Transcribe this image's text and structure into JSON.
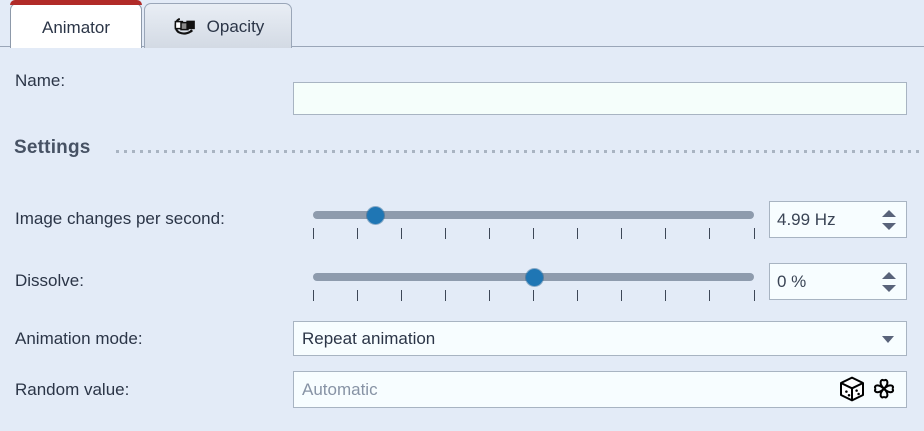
{
  "tabs": [
    {
      "label": "Animator",
      "active": true,
      "icon": null
    },
    {
      "label": "Opacity",
      "active": false,
      "icon": "opacity-icon"
    }
  ],
  "form": {
    "name": {
      "label": "Name:",
      "value": "",
      "placeholder": ""
    },
    "settings_section": {
      "title": "Settings"
    },
    "image_changes": {
      "label": "Image changes per second:",
      "slider_percent": 14,
      "tick_count": 11,
      "value": "4.99 Hz"
    },
    "dissolve": {
      "label": "Dissolve:",
      "slider_percent": 50,
      "tick_count": 11,
      "value": "0 %"
    },
    "animation_mode": {
      "label": "Animation mode:",
      "value": "Repeat animation",
      "icon": "chevron-down-icon"
    },
    "random_value": {
      "label": "Random value:",
      "value": "",
      "placeholder": "Automatic",
      "icons": [
        {
          "name": "dice-icon"
        },
        {
          "name": "clover-icon"
        }
      ]
    }
  },
  "colors": {
    "background": "#e3ebf7",
    "accent_red": "#b12b28",
    "slider_handle": "#1f76b4",
    "slider_track": "#8e9bad",
    "field_background": "#f7fdff",
    "field_border": "#a8b4c2",
    "text": "#2b3547",
    "placeholder_text": "#8793a5"
  }
}
